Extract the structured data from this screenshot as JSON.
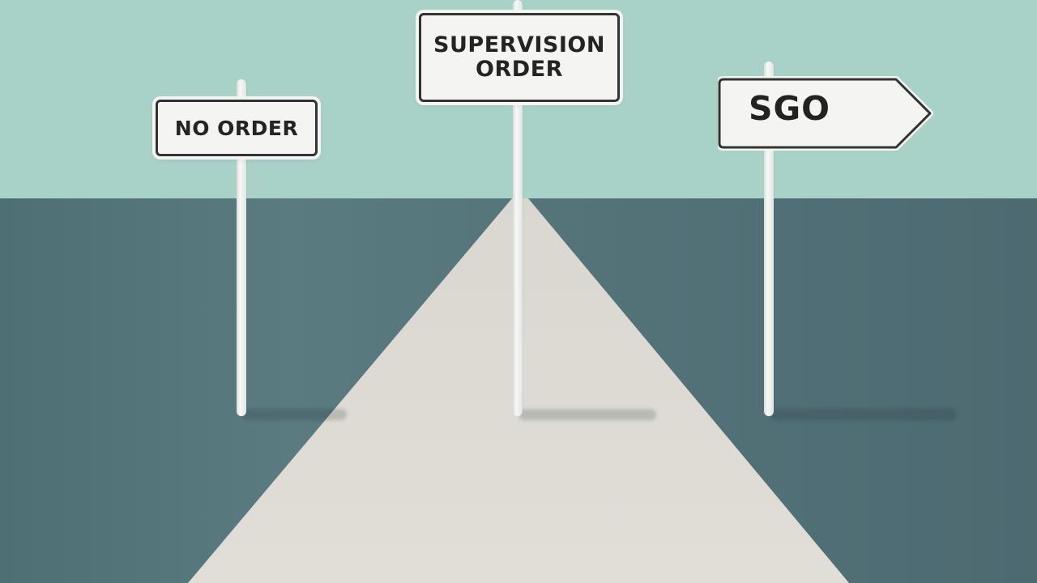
{
  "scene": {
    "signs": [
      {
        "label": "NO ORDER"
      },
      {
        "label_line1": "SUPERVISION",
        "label_line2": "ORDER"
      },
      {
        "label": "SGO"
      }
    ],
    "colors": {
      "sky": "#a8d1c8",
      "ground": "#537379",
      "road": "#dddbd4",
      "sign_face": "#f4f5f3",
      "sign_border": "#333333",
      "pole": "#f8f8f6"
    }
  }
}
